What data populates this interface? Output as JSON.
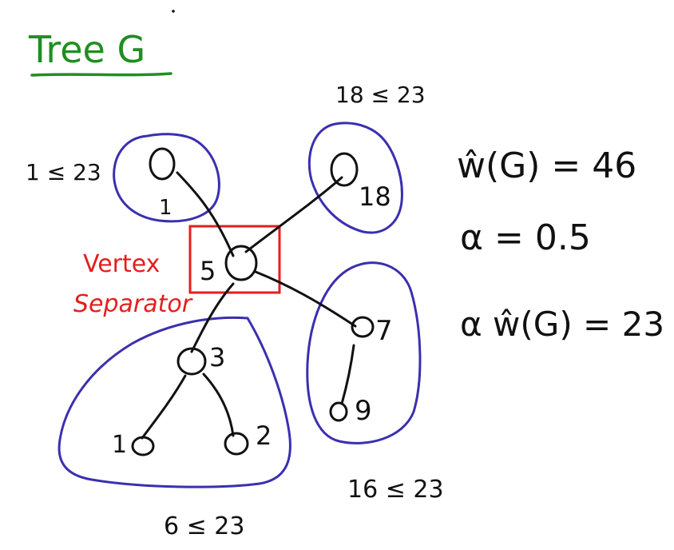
{
  "title": "Tree G",
  "colors": {
    "title": "#1f8f1f",
    "separator": "#e41e1e",
    "components": "#3a2fb0",
    "ink": "#111111"
  },
  "separator_label_line1": "Vertex",
  "separator_label_line2": "Separator",
  "nodes": {
    "top_left": "1",
    "top_right": "18",
    "center": "5",
    "right_upper": "7",
    "right_lower": "9",
    "left_mid": "3",
    "left_leaf_a": "1",
    "left_leaf_b": "2"
  },
  "component_weights": {
    "top_left": "1 ≤ 23",
    "top_right": "18 ≤ 23",
    "right": "16 ≤ 23",
    "bottom_left": "6 ≤ 23"
  },
  "equations": {
    "total_weight": "ŵ(G) = 46",
    "alpha": "α = 0.5",
    "threshold": "α ŵ(G) = 23"
  }
}
